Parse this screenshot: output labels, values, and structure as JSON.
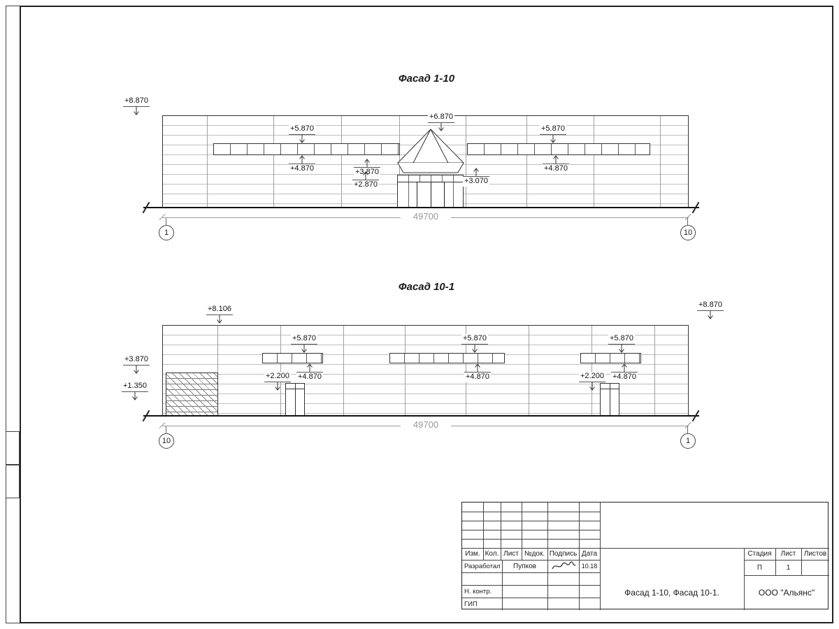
{
  "facade1": {
    "title": "Фасад 1-10",
    "dimension": "49700",
    "axis_left": "1",
    "axis_right": "10",
    "marks": [
      "+8.870",
      "+5.870",
      "+6.870",
      "+5.870",
      "+4.870",
      "+3.870",
      "+2.870",
      "+3.070",
      "+4.870"
    ]
  },
  "facade2": {
    "title": "Фасад 10-1",
    "dimension": "49700",
    "axis_left": "10",
    "axis_right": "1",
    "marks": [
      "+8.106",
      "+8.870",
      "+5.870",
      "+5.870",
      "+5.870",
      "+3.870",
      "+1.350",
      "+2.200",
      "+4.870",
      "+4.870",
      "+2.200",
      "+4.870"
    ]
  },
  "titleblock": {
    "columns": [
      "Изм.",
      "Кол.",
      "Лист",
      "№док.",
      "Подпись",
      "Дата"
    ],
    "rows": {
      "developed_label": "Разработал",
      "developed_name": "Пупков",
      "developed_date": "10.18",
      "ncontr_label": "Н. контр.",
      "gip_label": "ГИП"
    },
    "doc_title": "Фасад 1-10, Фасад 10-1.",
    "company": "ООО \"Альянс\"",
    "stage_label": "Стадия",
    "sheet_label": "Лист",
    "sheets_label": "Листов",
    "stage_value": "П",
    "sheet_value": "1"
  }
}
